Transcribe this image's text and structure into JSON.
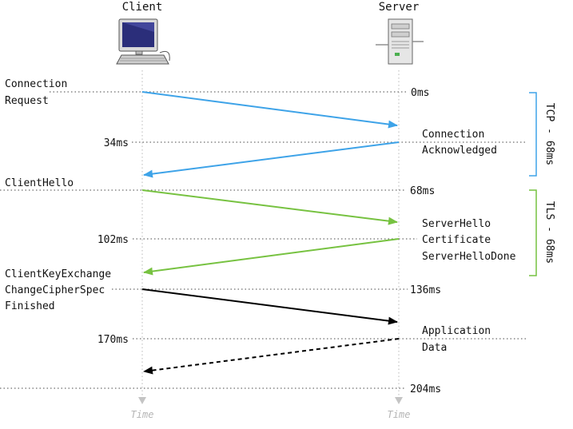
{
  "header": {
    "client_label": "Client",
    "server_label": "Server"
  },
  "timeline": {
    "time_label": "Time"
  },
  "colors": {
    "tcp": "#3ea3e8",
    "tls": "#77c241",
    "app": "#000000",
    "bracket_tcp": "#3ea3e8",
    "bracket_tls": "#77c241"
  },
  "labels": {
    "connection_request": [
      "Connection",
      "Request"
    ],
    "connection_acknowledged": [
      "Connection",
      "Acknowledged"
    ],
    "client_hello": "ClientHello",
    "server_hello": [
      "ServerHello",
      "Certificate",
      "ServerHelloDone"
    ],
    "client_key_exchange": [
      "ClientKeyExchange",
      "ChangeCipherSpec",
      "Finished"
    ],
    "application_data": [
      "Application",
      "Data"
    ]
  },
  "times": {
    "t0": "0ms",
    "t34": "34ms",
    "t68": "68ms",
    "t102": "102ms",
    "t136": "136ms",
    "t170": "170ms",
    "t204": "204ms"
  },
  "brackets": {
    "tcp": "TCP - 68ms",
    "tls": "TLS - 68ms"
  },
  "icons": {
    "client": "desktop-computer-icon",
    "server": "server-tower-icon"
  }
}
